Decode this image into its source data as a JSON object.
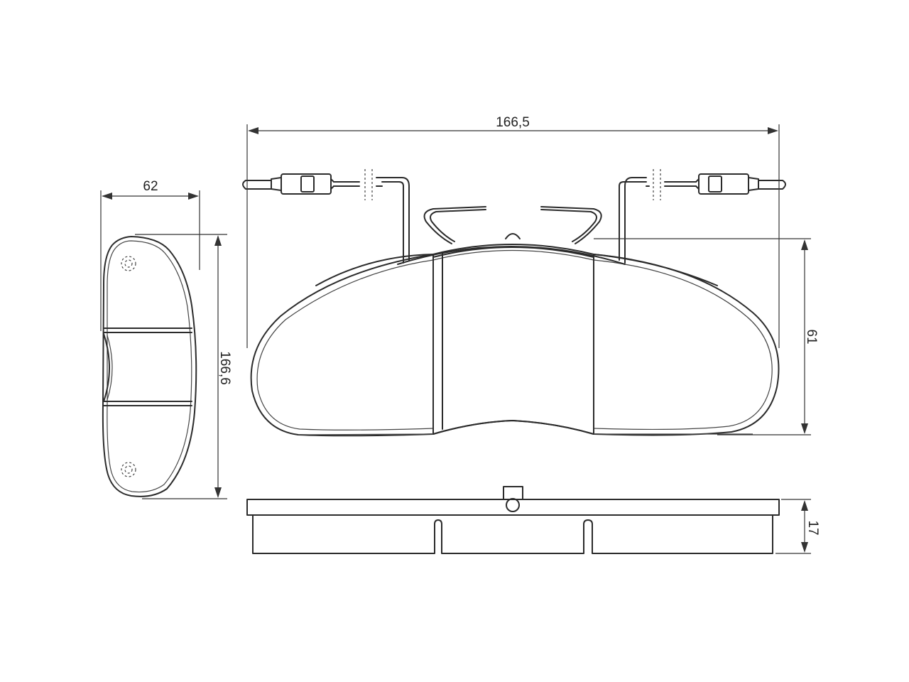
{
  "dimensions": {
    "overall_width": "166,5",
    "side_width": "62",
    "side_height": "166,6",
    "pad_height": "61",
    "thickness": "17"
  }
}
